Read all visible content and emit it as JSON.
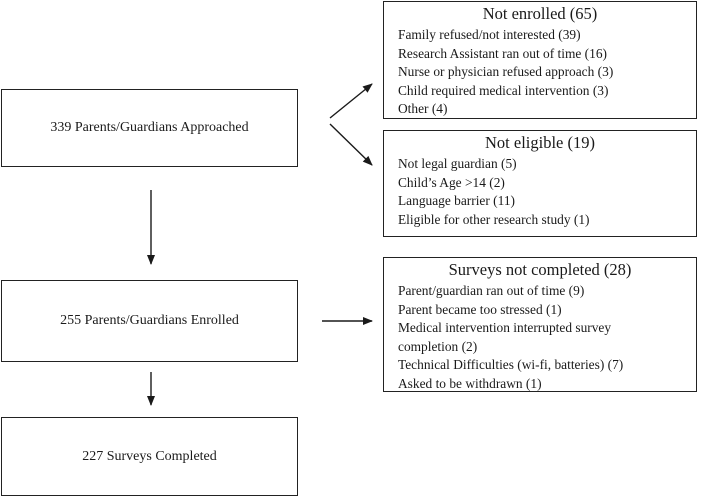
{
  "approached": "339 Parents/Guardians Approached",
  "enrolled": "255 Parents/Guardians Enrolled",
  "completed": "227 Surveys Completed",
  "not_enrolled": {
    "title": "Not enrolled (65)",
    "items": [
      "Family refused/not interested (39)",
      "Research Assistant ran out of time (16)",
      "Nurse or physician refused approach (3)",
      "Child required medical intervention (3)",
      "Other (4)"
    ]
  },
  "not_eligible": {
    "title": "Not eligible (19)",
    "items": [
      "Not legal guardian (5)",
      "Child’s Age >14 (2)",
      "Language barrier (11)",
      "Eligible for other research study (1)"
    ]
  },
  "not_completed": {
    "title": "Surveys not completed (28)",
    "items": [
      "Parent/guardian ran out of time (9)",
      "Parent became too stressed (1)",
      "Medical intervention interrupted survey",
      "completion (2)",
      "Technical Difficulties (wi-fi, batteries) (7)",
      "Asked to be withdrawn (1)"
    ]
  }
}
